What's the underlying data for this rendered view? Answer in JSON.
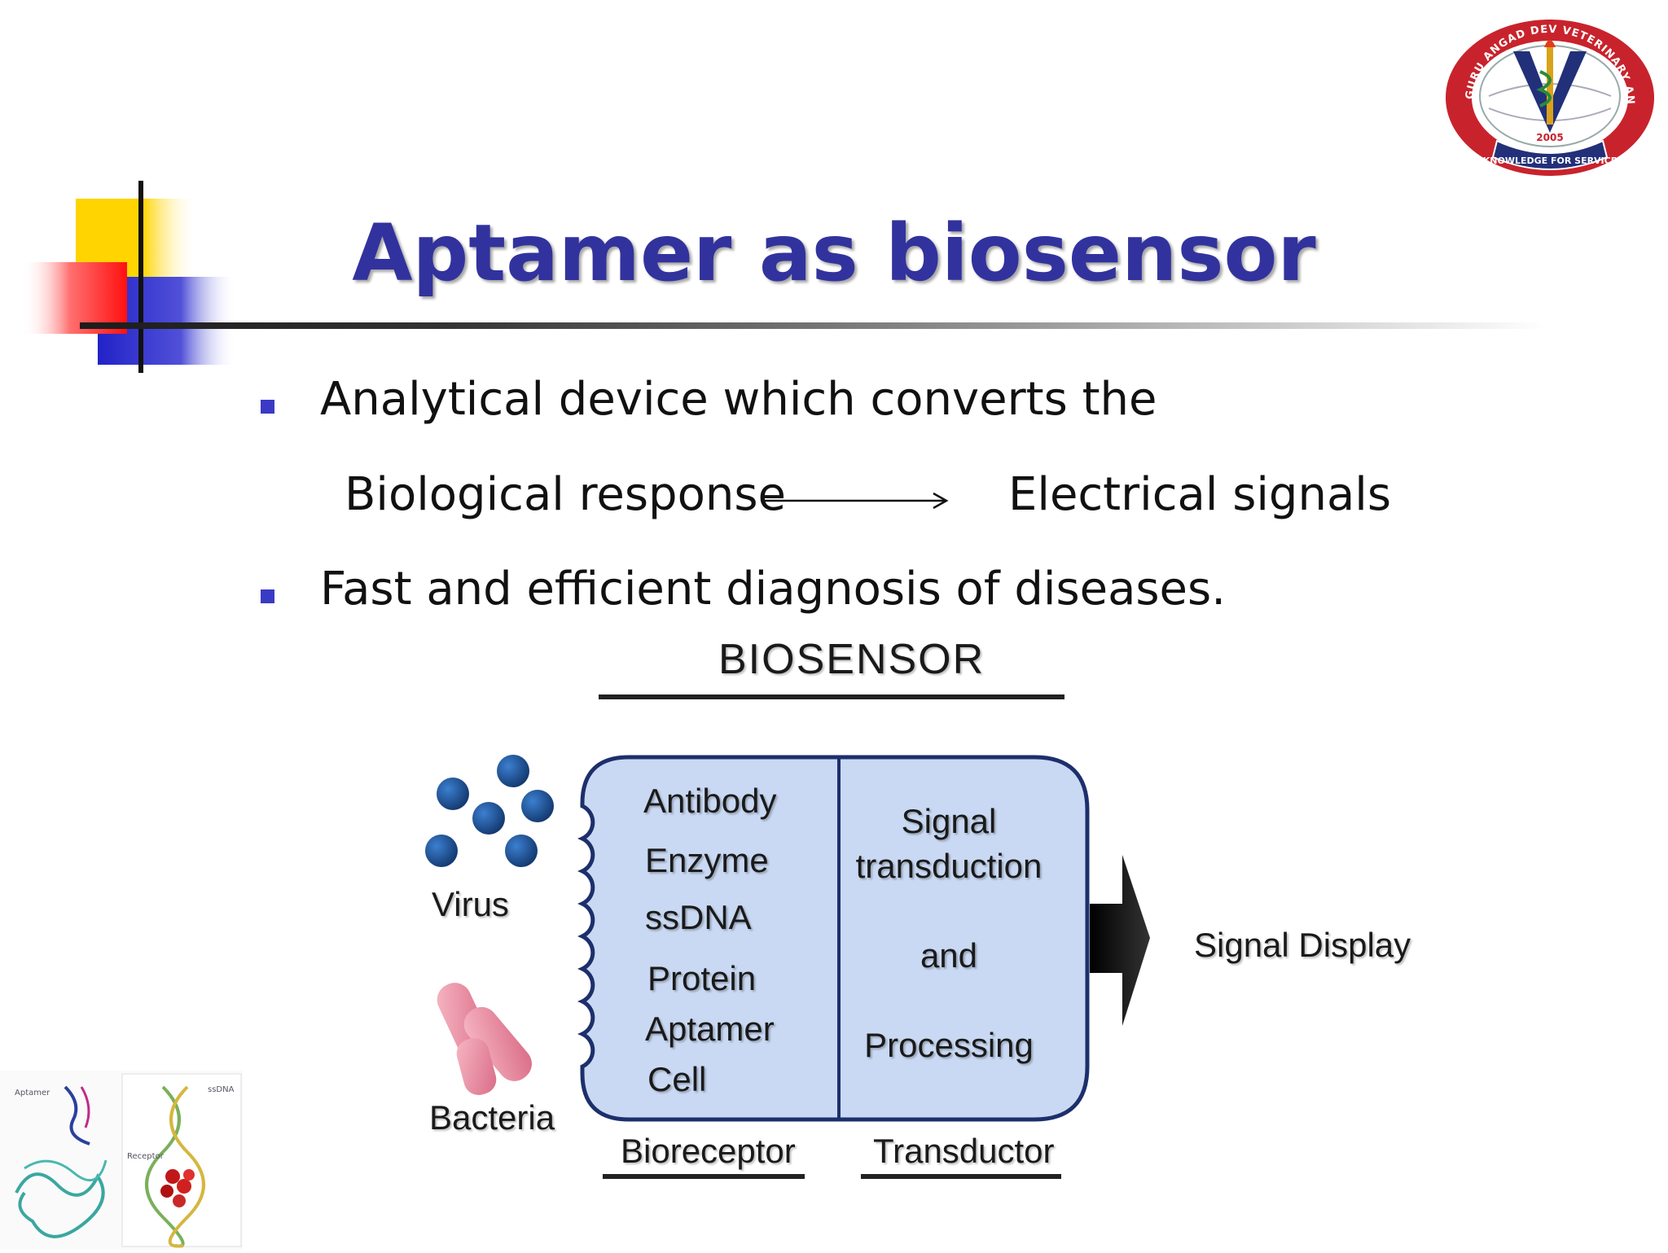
{
  "slide": {
    "title": "Aptamer as biosensor",
    "bullets": [
      "Analytical device which converts the",
      "Fast and efficient diagnosis of diseases."
    ],
    "conversion": {
      "from": "Biological response",
      "to": "Electrical signals"
    }
  },
  "seal": {
    "ring_text": "GURU ANGAD DEV VETERINARY AND ANIMAL SCIENCES UNIVERSITY",
    "year": "2005",
    "motto": "KNOWLEDGE FOR SERVICE"
  },
  "diagram": {
    "title": "BIOSENSOR",
    "analytes": [
      "Virus",
      "Bacteria"
    ],
    "bioreceptor_items": [
      "Antibody",
      "Enzyme",
      "ssDNA",
      "Protein",
      "Aptamer",
      "Cell"
    ],
    "transducer_items": [
      "Signal",
      "transduction",
      "and",
      "Processing"
    ],
    "output": "Signal Display",
    "bioreceptor_label": "Bioreceptor",
    "transducer_label": "Transductor"
  },
  "thumbnails": {
    "caption_1": "Aptamer",
    "caption_2": "Receptor",
    "caption_3": "ssDNA"
  },
  "colors": {
    "title": "#32329e",
    "bullet": "#3a3ac6",
    "diagram_fill": "#c9d9f3",
    "diagram_stroke": "#1d2f6b",
    "virus": "#1e4f92"
  }
}
